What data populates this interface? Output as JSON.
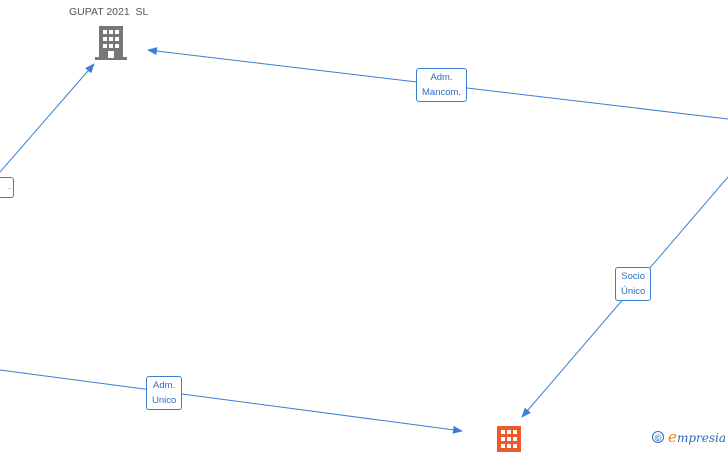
{
  "nodes": {
    "company_top": {
      "title": "GUPAT 2021  SL",
      "icon": "building-icon",
      "color": "#777777"
    },
    "company_bottom": {
      "title": "",
      "icon": "building-icon",
      "color": "#f05a28"
    }
  },
  "edges": [
    {
      "id": "adm-mancom",
      "lines": [
        "Adm.",
        "Mancom."
      ]
    },
    {
      "id": "left-partial",
      "lines": [
        "."
      ]
    },
    {
      "id": "socio-unico",
      "lines": [
        "Socio",
        "Único"
      ]
    },
    {
      "id": "adm-unico",
      "lines": [
        "Adm.",
        "Unico"
      ]
    }
  ],
  "colors": {
    "edge": "#3b7fd4",
    "label_text": "#2d6cc0"
  },
  "footer": {
    "copyright_symbol": "©",
    "brand_first_letter": "e",
    "brand_rest": "mpresia"
  }
}
